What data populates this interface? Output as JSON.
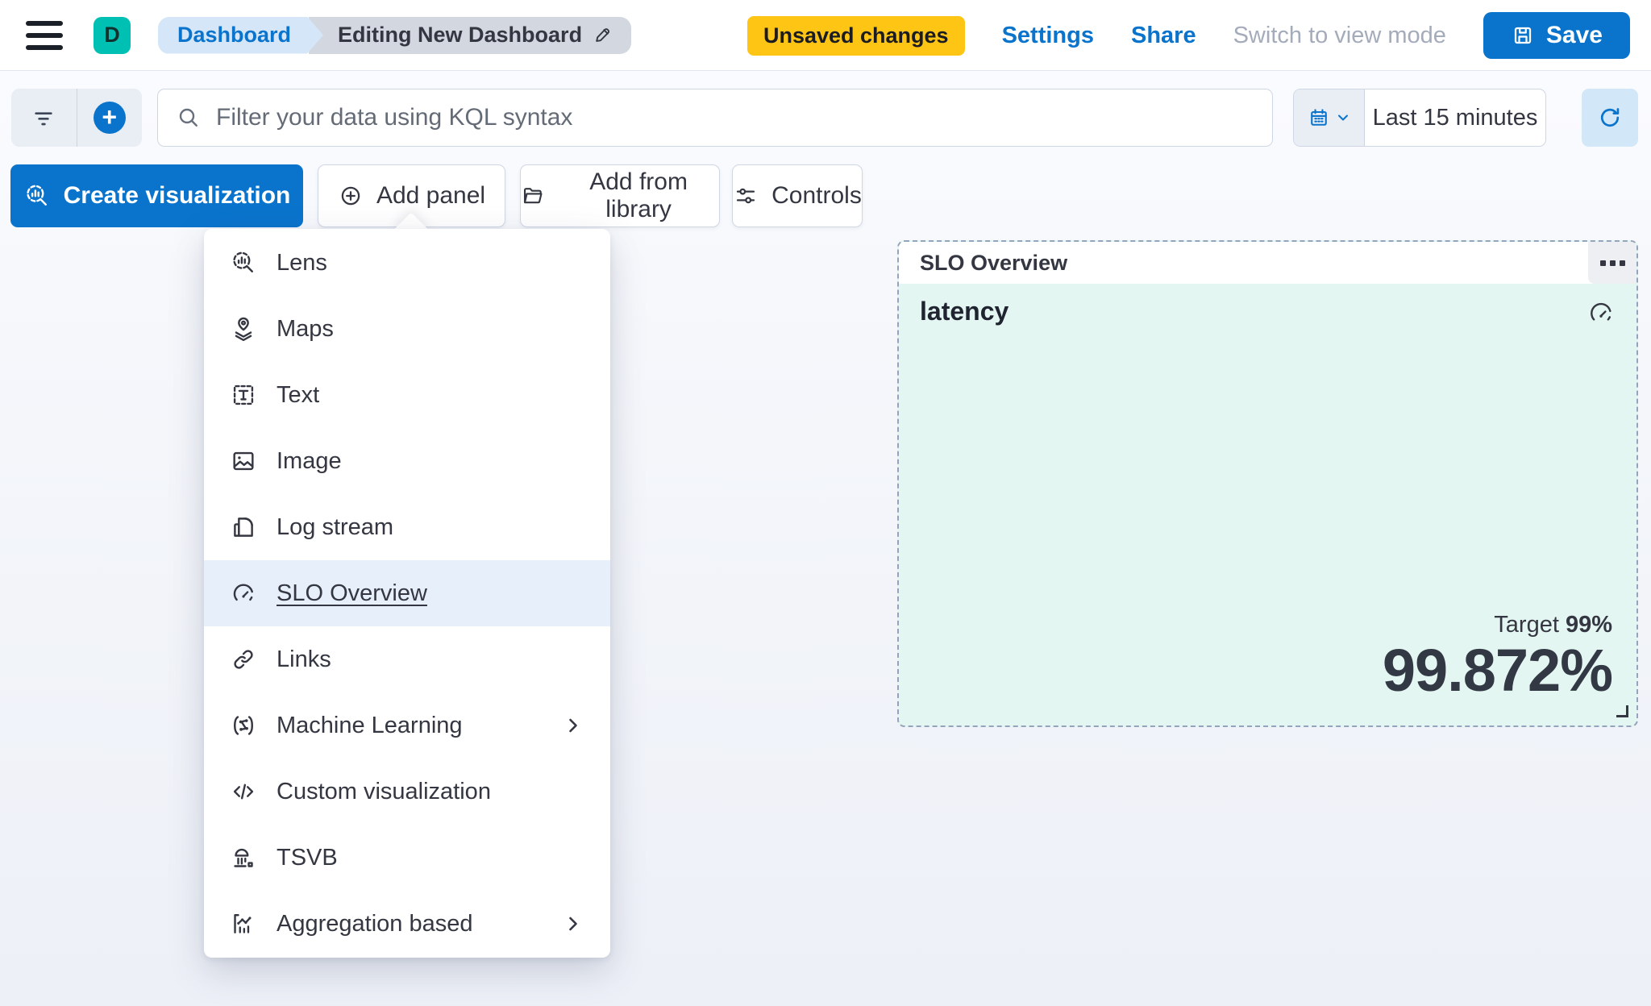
{
  "header": {
    "avatar_initial": "D",
    "breadcrumbs": {
      "root": "Dashboard",
      "current": "Editing New Dashboard"
    },
    "unsaved_badge": "Unsaved changes",
    "settings_link": "Settings",
    "share_link": "Share",
    "switch_view_link": "Switch to view mode",
    "save_label": "Save"
  },
  "filter_bar": {
    "kql_placeholder": "Filter your data using KQL syntax",
    "time_range": "Last 15 minutes"
  },
  "toolbar": {
    "create_visualization": "Create visualization",
    "add_panel": "Add panel",
    "add_from_library": "Add from library",
    "controls": "Controls"
  },
  "add_panel_menu": {
    "items": [
      {
        "label": "Lens",
        "icon": "lens",
        "selected": false,
        "has_submenu": false
      },
      {
        "label": "Maps",
        "icon": "maps",
        "selected": false,
        "has_submenu": false
      },
      {
        "label": "Text",
        "icon": "text",
        "selected": false,
        "has_submenu": false
      },
      {
        "label": "Image",
        "icon": "image",
        "selected": false,
        "has_submenu": false
      },
      {
        "label": "Log stream",
        "icon": "logstream",
        "selected": false,
        "has_submenu": false
      },
      {
        "label": "SLO Overview",
        "icon": "gauge",
        "selected": true,
        "has_submenu": false
      },
      {
        "label": "Links",
        "icon": "links",
        "selected": false,
        "has_submenu": false
      },
      {
        "label": "Machine Learning",
        "icon": "ml",
        "selected": false,
        "has_submenu": true
      },
      {
        "label": "Custom visualization",
        "icon": "code",
        "selected": false,
        "has_submenu": false
      },
      {
        "label": "TSVB",
        "icon": "tsvb",
        "selected": false,
        "has_submenu": false
      },
      {
        "label": "Aggregation based",
        "icon": "aggregation",
        "selected": false,
        "has_submenu": true
      }
    ]
  },
  "slo_panel": {
    "title": "SLO Overview",
    "slo_name": "latency",
    "target_label": "Target",
    "target_value": "99%",
    "value": "99.872%"
  },
  "colors": {
    "primary_blue": "#0a74cc",
    "badge_yellow": "#fec514",
    "avatar_teal": "#00bfb3",
    "panel_mint": "#e4f6f1",
    "menu_highlight": "#e7f0fa",
    "dashed_border": "#96a3bc"
  }
}
